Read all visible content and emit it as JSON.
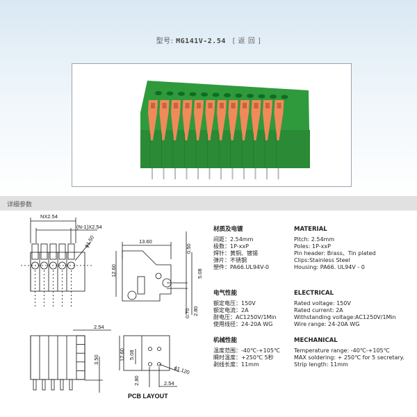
{
  "header": {
    "model_prefix": "型号:",
    "model": "MG141V-2.54",
    "back_link": "[ 返 回 ]"
  },
  "section_title": "详细参数",
  "drawing_labels": {
    "pitch_total": "NX2.54",
    "pitch_inner": "(N-1)X2.54",
    "hole_dia": "ϕ1.50",
    "depth": "13.60",
    "height": "12.60",
    "top_offset": "0.50",
    "pin_spacing": "5.08",
    "pin_offset": "0.70",
    "pin_len": "2.80",
    "side_pitch": "2.54",
    "pin_below": "3.50",
    "pcb_height": "12.60",
    "pcb_spacing": "5.08",
    "pcb_hole": "ϕ1.120",
    "pcb_offset": "2.80",
    "pcb_pitch": "2.54",
    "pcb_title": "PCB LAYOUT"
  },
  "specs_cn": {
    "material": {
      "title": "材质及电镀",
      "lines": [
        "间距：2.54mm",
        "极数：1P-xxP",
        "焊针：黄铜、镀锡",
        "弹片：不锈钢",
        "塑件：PA66.UL94V-0"
      ]
    },
    "electrical": {
      "title": "电气性能",
      "lines": [
        "额定电压：150V",
        "额定电流：2A",
        "耐电压：AC1250V/1Min",
        "使用线径：24-20A WG"
      ]
    },
    "mechanical": {
      "title": "机械性能",
      "lines": [
        "温度范围：-40℃-+105℃",
        "瞬时温度：+250℃ 5秒",
        "剥线长度：11mm"
      ]
    }
  },
  "specs_en": {
    "material": {
      "title": "MATERIAL",
      "lines": [
        "Pitch: 2.54mm",
        "Poles:  1P-xxP",
        "Pin header: Brass、Tin plated",
        "Clips:Stainless Steel",
        "Housing: PA66. UL94V - 0"
      ]
    },
    "electrical": {
      "title": "ELECTRICAL",
      "lines": [
        "Rated voltage: 150V",
        "Rated current: 2A",
        "Withstanding voltage:AC1250V/1Min",
        "Wire range: 24-20A WG"
      ]
    },
    "mechanical": {
      "title": "MECHANICAL",
      "lines": [
        "Temperature range: -40℃-+105℃",
        "MAX soldering: + 250℃ for 5 secretary.",
        "Strip length: 11mm"
      ]
    }
  },
  "colors": {
    "housing": "#2f9a3c",
    "lever": "#f08a5a"
  }
}
